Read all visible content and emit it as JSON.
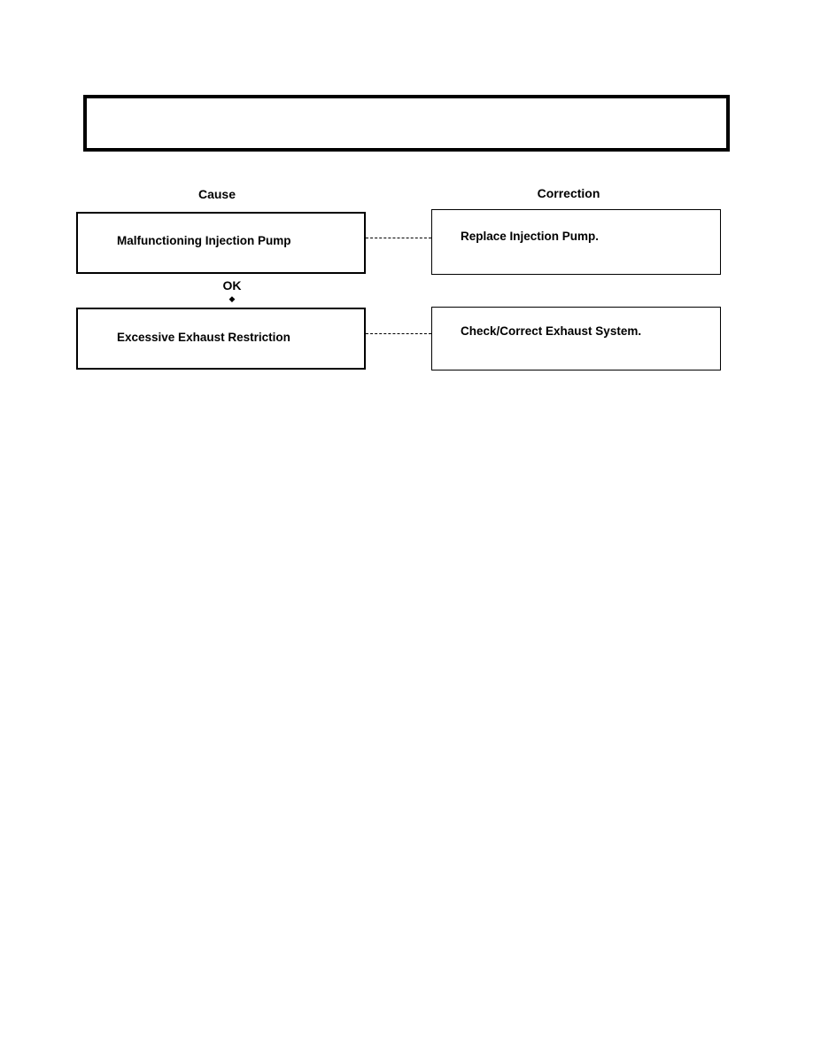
{
  "headers": {
    "cause": "Cause",
    "correction": "Correction"
  },
  "rows": [
    {
      "cause": "Malfunctioning Injection Pump",
      "correction": "Replace Injection Pump."
    },
    {
      "cause": "Excessive Exhaust Restriction",
      "correction": "Check/Correct Exhaust System."
    }
  ],
  "connector_label": "OK",
  "connector_arrow": "◆"
}
